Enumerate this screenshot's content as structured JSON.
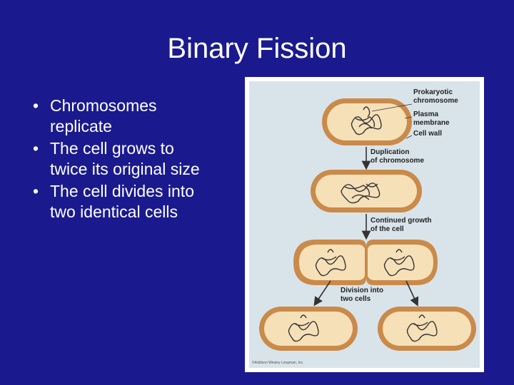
{
  "slide": {
    "title": "Binary Fission",
    "bullets": [
      {
        "line1": "Chromosomes",
        "line2": "replicate"
      },
      {
        "line1": "The cell grows to",
        "line2": "twice its original size"
      },
      {
        "line1": "The cell divides into",
        "line2": "two identical cells"
      }
    ]
  },
  "figure": {
    "labels": {
      "prokaryotic_1": "Prokaryotic",
      "prokaryotic_2": "chromosome",
      "plasma_1": "Plasma",
      "plasma_2": "membrane",
      "cell_wall": "Cell wall",
      "duplication_1": "Duplication",
      "duplication_2": "of chromosome",
      "continued_1": "Continued growth",
      "continued_2": "of the cell",
      "division_1": "Division into",
      "division_2": "two cells"
    },
    "copyright": "©Addison Wesley Longman, Inc."
  },
  "colors": {
    "background": "#1a1a8e",
    "panel": "#d9e4ea",
    "cell_wall": "#c98a4a",
    "cytoplasm": "#f6e0b8",
    "dna": "#333333"
  }
}
